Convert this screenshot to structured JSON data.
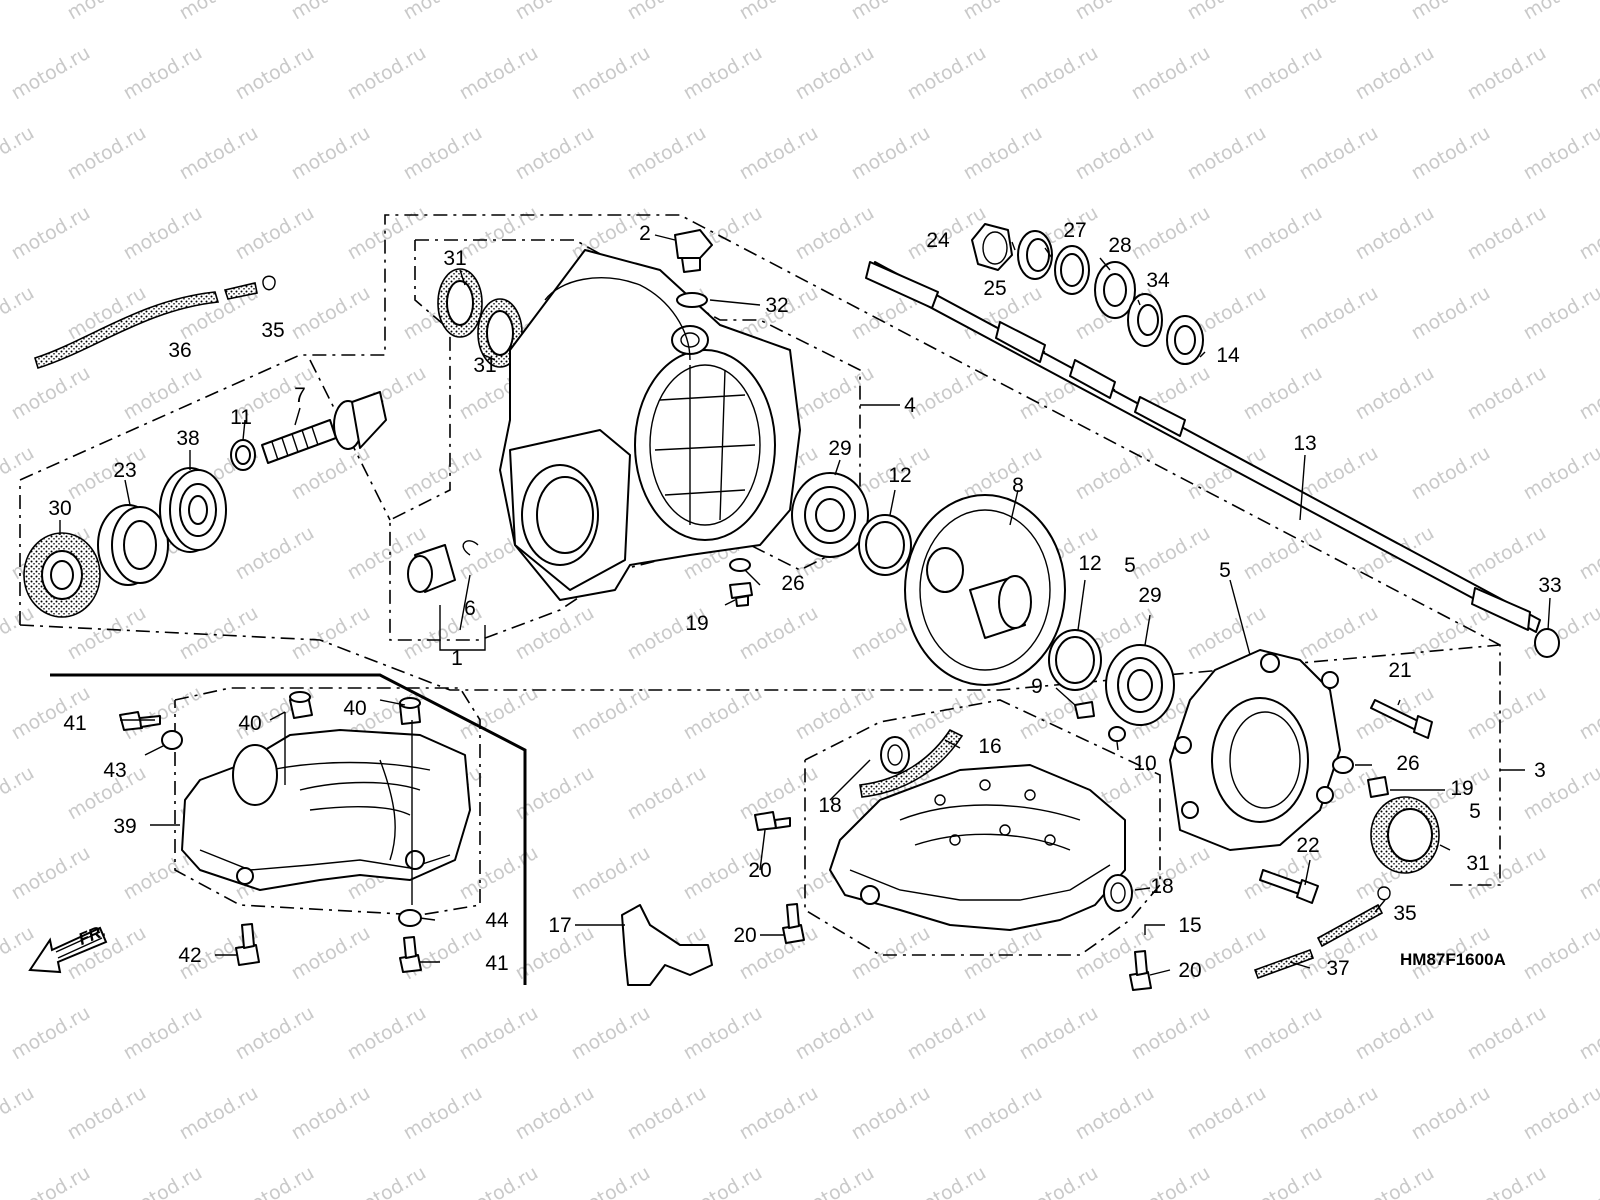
{
  "watermark": {
    "text": "motod.ru"
  },
  "diagram_code": "HM87F1600A",
  "front_indicator": "FR.",
  "callouts": [
    {
      "id": "c1",
      "label": "1"
    },
    {
      "id": "c2",
      "label": "2"
    },
    {
      "id": "c3",
      "label": "3"
    },
    {
      "id": "c4",
      "label": "4"
    },
    {
      "id": "c5a",
      "label": "5"
    },
    {
      "id": "c5b",
      "label": "5"
    },
    {
      "id": "c5c",
      "label": "5"
    },
    {
      "id": "c6",
      "label": "6"
    },
    {
      "id": "c7",
      "label": "7"
    },
    {
      "id": "c8",
      "label": "8"
    },
    {
      "id": "c9",
      "label": "9"
    },
    {
      "id": "c10",
      "label": "10"
    },
    {
      "id": "c11",
      "label": "11"
    },
    {
      "id": "c12a",
      "label": "12"
    },
    {
      "id": "c12b",
      "label": "12"
    },
    {
      "id": "c13",
      "label": "13"
    },
    {
      "id": "c14",
      "label": "14"
    },
    {
      "id": "c15",
      "label": "15"
    },
    {
      "id": "c16",
      "label": "16"
    },
    {
      "id": "c17",
      "label": "17"
    },
    {
      "id": "c18a",
      "label": "18"
    },
    {
      "id": "c18b",
      "label": "18"
    },
    {
      "id": "c19a",
      "label": "19"
    },
    {
      "id": "c19b",
      "label": "19"
    },
    {
      "id": "c20a",
      "label": "20"
    },
    {
      "id": "c20b",
      "label": "20"
    },
    {
      "id": "c20c",
      "label": "20"
    },
    {
      "id": "c21",
      "label": "21"
    },
    {
      "id": "c22",
      "label": "22"
    },
    {
      "id": "c23",
      "label": "23"
    },
    {
      "id": "c24",
      "label": "24"
    },
    {
      "id": "c25",
      "label": "25"
    },
    {
      "id": "c26a",
      "label": "26"
    },
    {
      "id": "c26b",
      "label": "26"
    },
    {
      "id": "c27",
      "label": "27"
    },
    {
      "id": "c28",
      "label": "28"
    },
    {
      "id": "c29a",
      "label": "29"
    },
    {
      "id": "c29b",
      "label": "29"
    },
    {
      "id": "c30",
      "label": "30"
    },
    {
      "id": "c31a",
      "label": "31"
    },
    {
      "id": "c31b",
      "label": "31"
    },
    {
      "id": "c31c",
      "label": "31"
    },
    {
      "id": "c32",
      "label": "32"
    },
    {
      "id": "c33",
      "label": "33"
    },
    {
      "id": "c34",
      "label": "34"
    },
    {
      "id": "c35a",
      "label": "35"
    },
    {
      "id": "c35b",
      "label": "35"
    },
    {
      "id": "c36",
      "label": "36"
    },
    {
      "id": "c37",
      "label": "37"
    },
    {
      "id": "c38",
      "label": "38"
    },
    {
      "id": "c39",
      "label": "39"
    },
    {
      "id": "c40a",
      "label": "40"
    },
    {
      "id": "c40b",
      "label": "40"
    },
    {
      "id": "c41a",
      "label": "41"
    },
    {
      "id": "c41b",
      "label": "41"
    },
    {
      "id": "c42",
      "label": "42"
    },
    {
      "id": "c43",
      "label": "43"
    },
    {
      "id": "c44",
      "label": "44"
    }
  ]
}
